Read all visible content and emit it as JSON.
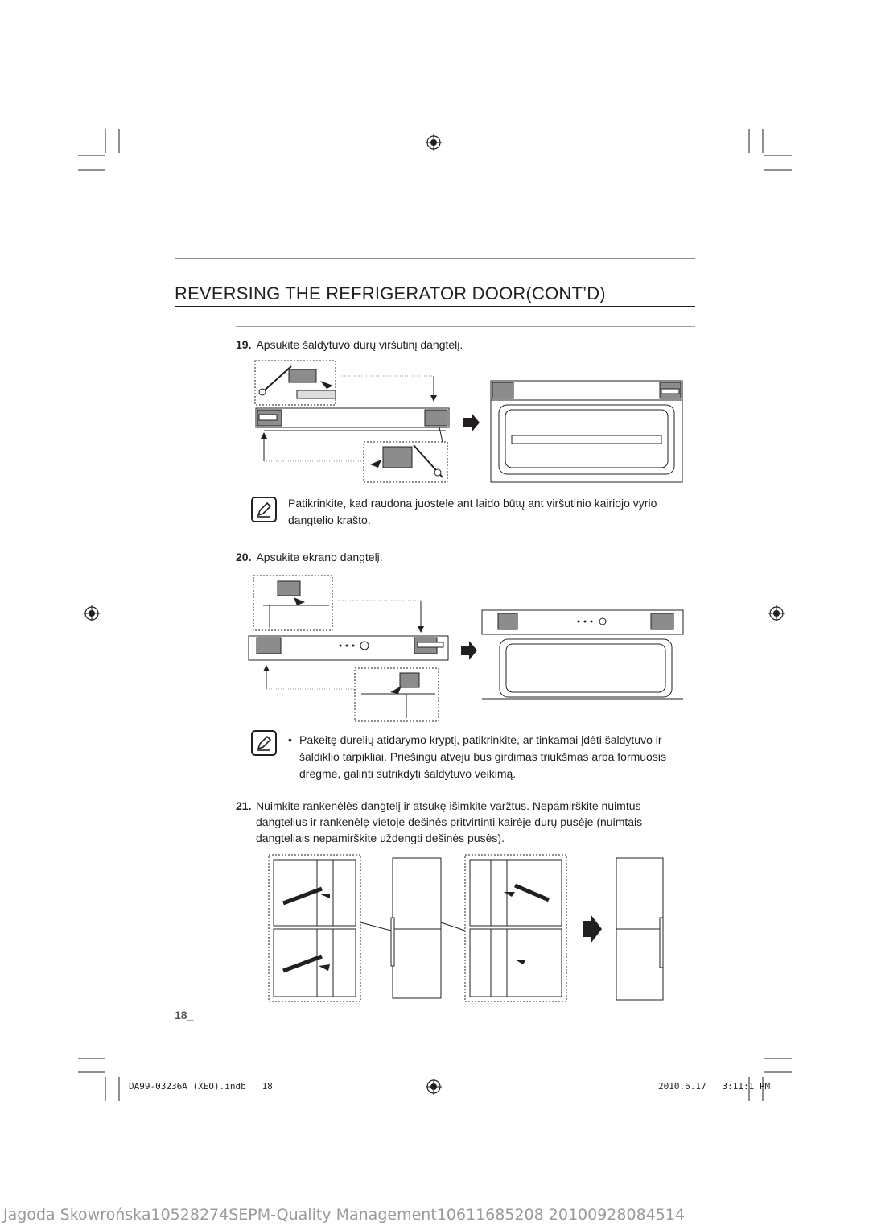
{
  "header": {
    "title": "REVERSING THE REFRIGERATOR DOOR(CONT’D)"
  },
  "steps": [
    {
      "number": "19.",
      "text": "Apsukite šaldytuvo durų viršutinį dangtelį."
    },
    {
      "number": "20.",
      "text": "Apsukite ekrano dangtelį."
    },
    {
      "number": "21.",
      "text_lines": [
        "Nuimkite rankenėlės dangtelį ir atsukę išimkite varžtus. Nepamirškite nuimtus",
        "dangtelius ir rankenėlę vietoje dešinės pritvirtinti kairėje durų pusėje (nuimtais",
        "dangteliais nepamirškite uždengti dešinės pusės)."
      ]
    }
  ],
  "notes": [
    {
      "lines": [
        "Patikrinkite, kad raudona juostelė ant laido būtų ant viršutinio kairiojo vyrio",
        "dangtelio krašto."
      ]
    },
    {
      "bullet": "•",
      "lines": [
        "Pakeitę durelių atidarymo kryptį, patikrinkite, ar tinkamai įdėti šaldytuvo ir",
        "šaldiklio tarpikliai. Priešingu atveju bus girdimas triukšmas arba formuosis",
        "drėgmė, galinti sutrikdyti šaldytuvo veikimą."
      ]
    }
  ],
  "icons": {
    "note": "note-pencil-icon",
    "registration": "registration-mark-icon",
    "arrow": "right-arrow-icon"
  },
  "footer": {
    "page_number": "18_",
    "file_name": "DA99-03236A (XEO).indb   18",
    "timestamp": "2010.6.17   3:11:1 PM"
  },
  "watermark": "Jagoda Skowrońska10528274SEPM-Quality Management10611685208  20100928084514",
  "colors": {
    "text": "#231f20",
    "rule": "#8a8a8a",
    "fill": "#8c8c8c"
  }
}
